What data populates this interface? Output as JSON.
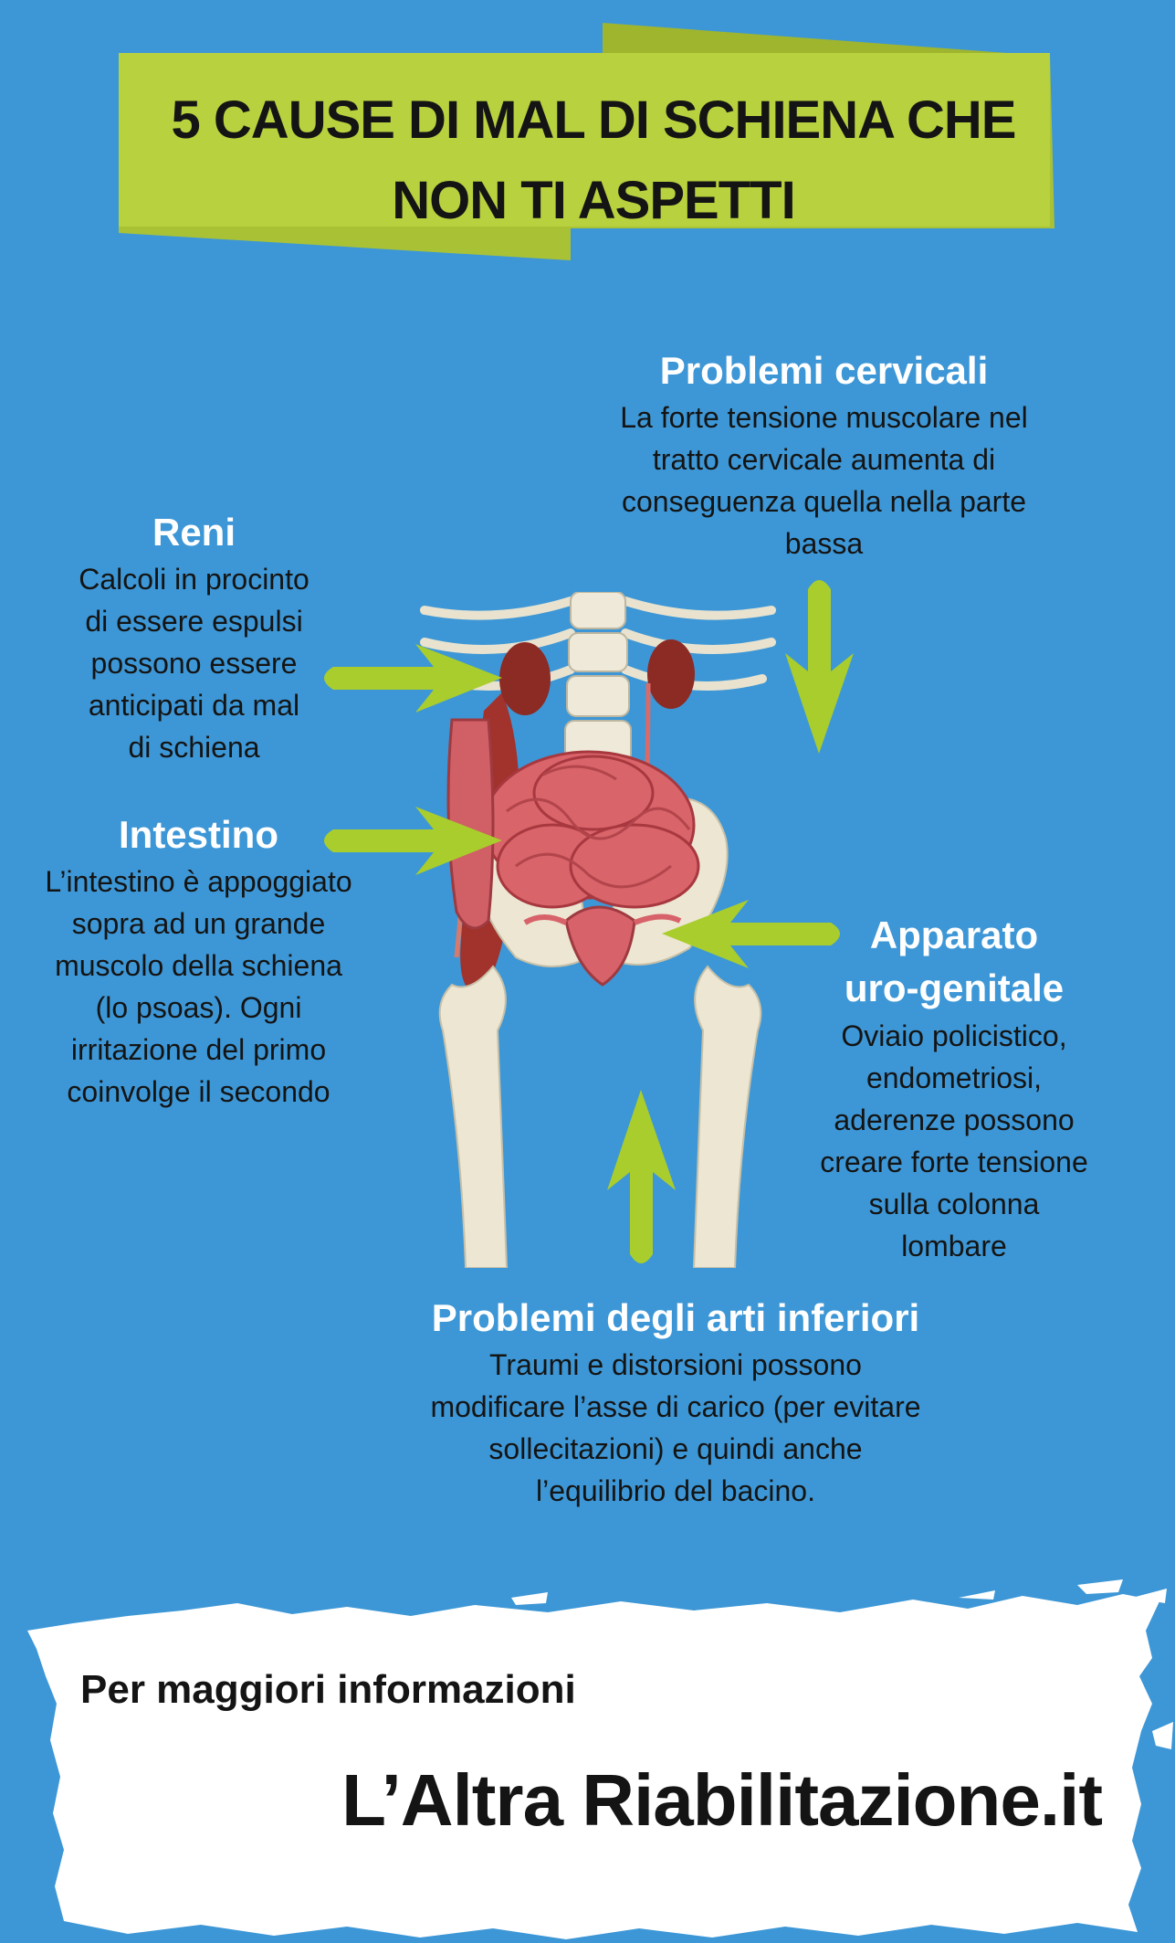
{
  "title": {
    "line1": "5 CAUSE DI MAL DI SCHIENA CHE",
    "line2": "NON TI ASPETTI"
  },
  "causes": {
    "cervicali": {
      "heading": "Problemi cervicali",
      "lines": [
        "La forte tensione muscolare nel",
        "tratto cervicale aumenta di",
        "conseguenza quella nella parte",
        "bassa"
      ]
    },
    "reni": {
      "heading": "Reni",
      "lines": [
        "Calcoli in procinto",
        "di essere espulsi",
        "possono essere",
        "anticipati da mal",
        "di schiena"
      ]
    },
    "intestino": {
      "heading": "Intestino",
      "lines": [
        "L’intestino è appoggiato",
        "sopra ad un grande",
        "muscolo della schiena",
        "(lo psoas). Ogni",
        "irritazione del primo",
        "coinvolge il secondo"
      ]
    },
    "uro": {
      "heading1": "Apparato",
      "heading2": "uro-genitale",
      "lines": [
        "Oviaio policistico,",
        "endometriosi,",
        "aderenze possono",
        "creare forte tensione",
        "sulla colonna",
        "lombare"
      ]
    },
    "arti": {
      "heading": "Problemi degli arti inferiori",
      "lines": [
        "Traumi e distorsioni possono",
        "modificare l’asse di carico (per evitare",
        "sollecitazioni) e quindi anche",
        "l’equilibrio del bacino."
      ]
    }
  },
  "footer": {
    "small": "Per maggiori informazioni",
    "brand": "L’Altra Riabilitazione.it"
  },
  "colors": {
    "background": "#3d97d6",
    "banner": "#b5cf3a",
    "banner_shadow": "#9fb52e",
    "arrow": "#a9cd2c",
    "heading": "#ffffff",
    "body_text": "#141414",
    "footer_panel": "#ffffff"
  },
  "icons": {
    "arrows": "green-arrow-icon",
    "illustration": "anatomy-illustration"
  }
}
